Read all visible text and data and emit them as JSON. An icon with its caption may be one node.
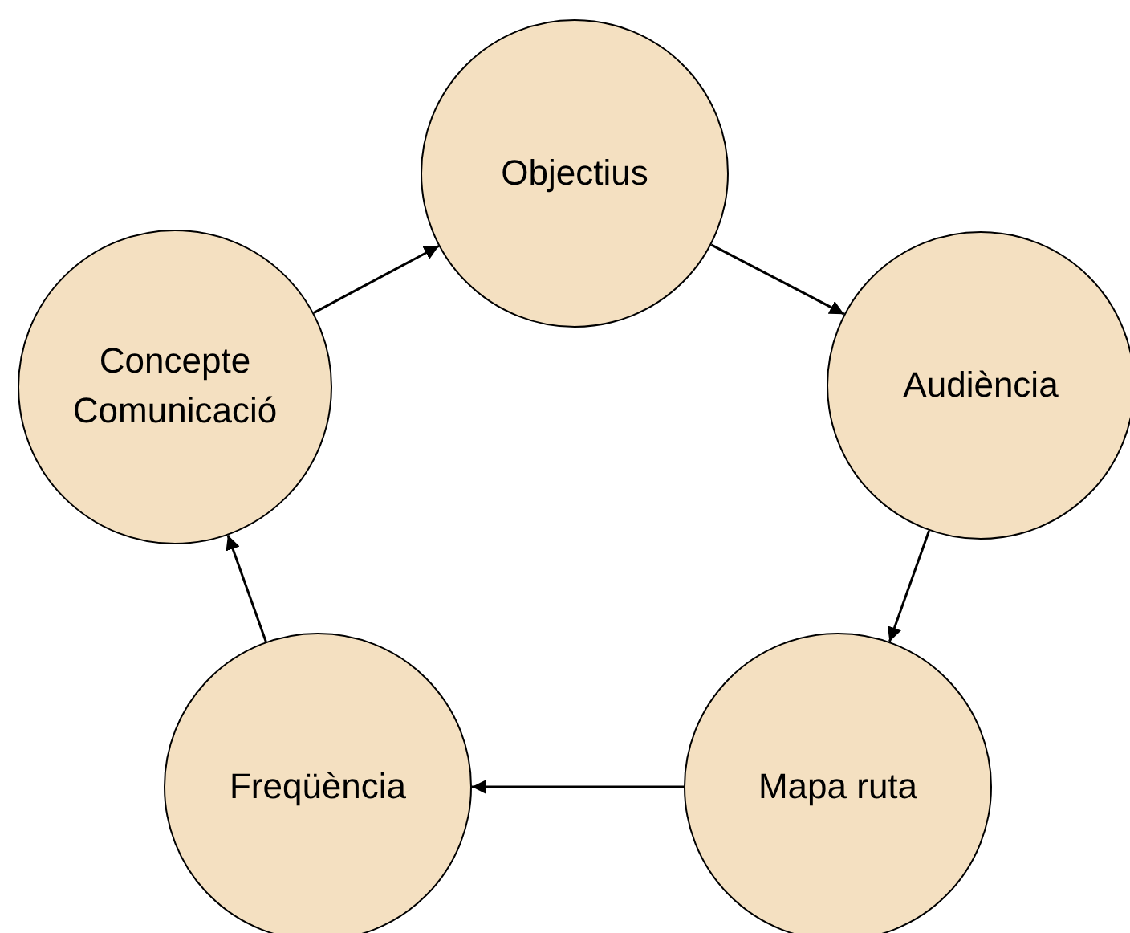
{
  "diagram": {
    "nodes": [
      {
        "text": [
          "Objectius"
        ]
      },
      {
        "text": [
          "Audiència"
        ]
      },
      {
        "text": [
          "Mapa ruta"
        ]
      },
      {
        "text": [
          "Freqüència"
        ]
      },
      {
        "text": [
          "Concepte Comunicació"
        ]
      }
    ],
    "edges": [
      {
        "from": 4,
        "to": 0,
        "arrow": "to"
      },
      {
        "from": 0,
        "to": 1,
        "arrow": "to"
      },
      {
        "from": 1,
        "to": 2,
        "arrow": "to"
      },
      {
        "from": 2,
        "to": 3,
        "arrow": "to"
      },
      {
        "from": 3,
        "to": 4,
        "arrow": "to"
      }
    ]
  }
}
